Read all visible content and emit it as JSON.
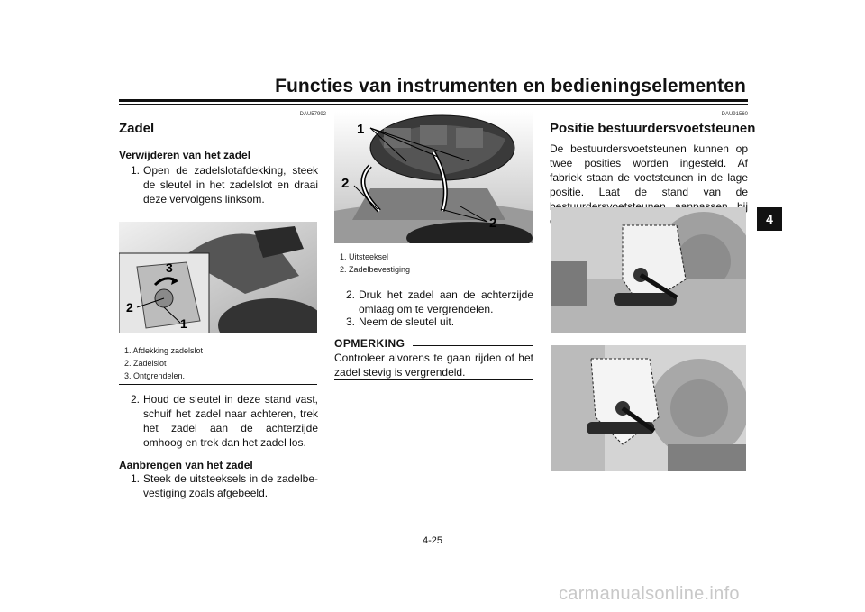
{
  "header": {
    "title": "Functies van instrumenten en bedieningselementen"
  },
  "chapter_tab": "4",
  "page_number": "4-25",
  "watermark": "carmanualsonline.info",
  "col1": {
    "code": "DAU57992",
    "heading": "Zadel",
    "remove_heading": "Verwijderen van het zadel",
    "step1_num": "1.",
    "step1": "Open de zadelslotafdekking, steek de sleutel in het zadelslot en draai deze vervolgens linksom.",
    "figure_labels": [
      "3",
      "2",
      "1"
    ],
    "captions": [
      "1.  Afdekking zadelslot",
      "2.  Zadelslot",
      "3.  Ontgrendelen."
    ],
    "step2_num": "2.",
    "step2": "Houd de sleutel in deze stand vast, schuif het zadel naar achteren, trek het zadel aan de achterzijde omhoog en trek dan het zadel los.",
    "install_heading": "Aanbrengen van het zadel",
    "install_step1_num": "1.",
    "install_step1": "Steek de uitsteeksels in de zadelbe­vestiging zoals afgebeeld."
  },
  "col2": {
    "figure_labels": [
      "1",
      "2",
      "2"
    ],
    "captions": [
      "1.  Uitsteeksel",
      "2.  Zadelbevestiging"
    ],
    "step2_num": "2.",
    "step2": "Druk het zadel aan de achterzijde om­laag om te vergrendelen.",
    "step3_num": "3.",
    "step3": "Neem de sleutel uit.",
    "note_title": "OPMERKING",
    "note_text": "Controleer alvorens te gaan rijden of het za­del stevig is vergrendeld."
  },
  "col3": {
    "code": "DAU91560",
    "heading": "Positie bestuurdersvoetsteunen",
    "paragraph": "De bestuurdersvoetsteunen kunnen op twee posities worden ingesteld. Af fabriek staan de voetsteunen in de lage positie. Laat de stand van de bestuurdersvoetsteu­nen aanpassen bij een Yamaha dealer."
  }
}
